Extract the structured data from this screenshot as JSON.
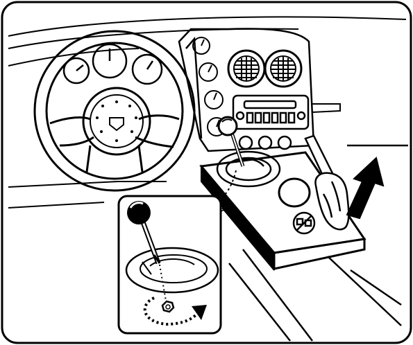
{
  "illustration": {
    "subject": "car-interior-dashboard",
    "colors": {
      "ink": "#000000",
      "paper": "#ffffff"
    },
    "callouts": [
      "gear-shifter-inset",
      "handbrake-up-arrow"
    ]
  }
}
